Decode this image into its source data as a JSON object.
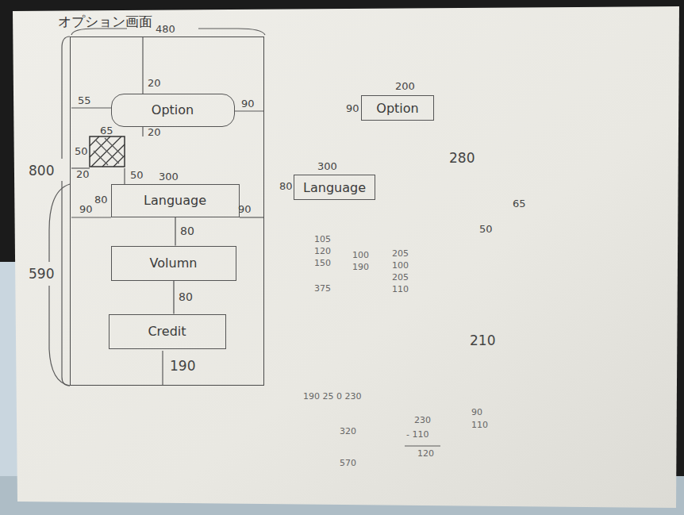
{
  "diagram": {
    "nodes": [
      {
        "text": [
          "オプション画面"
        ]
      },
      {
        "text": [
          "Option"
        ],
        "in": 0
      },
      {
        "text": [
          "Language"
        ],
        "in": 0
      },
      {
        "text": [
          "Volumn"
        ],
        "in": 0
      },
      {
        "text": [
          "Credit"
        ],
        "in": 0
      },
      {
        "text": [
          "Option"
        ]
      },
      {
        "text": [
          "Language"
        ]
      }
    ],
    "edges": [
      {
        "from": 2,
        "to": 3,
        "label": "80",
        "arrow": "none"
      },
      {
        "from": 3,
        "to": 4,
        "label": "80",
        "arrow": "none"
      }
    ],
    "labels": [
      "480",
      "20",
      "55",
      "20",
      "90",
      "65",
      "50",
      "20",
      "50",
      "800",
      "300",
      "80",
      "90",
      "90",
      "190",
      "590",
      "200",
      "90",
      "300",
      "80",
      "280",
      "65",
      "50",
      "105",
      "120",
      "150",
      "375",
      "100",
      "190",
      "205",
      "100",
      "205",
      "110",
      "210",
      "190 25 0 230",
      "320",
      "570",
      "230",
      "- 110",
      "120",
      "90",
      "110"
    ]
  }
}
